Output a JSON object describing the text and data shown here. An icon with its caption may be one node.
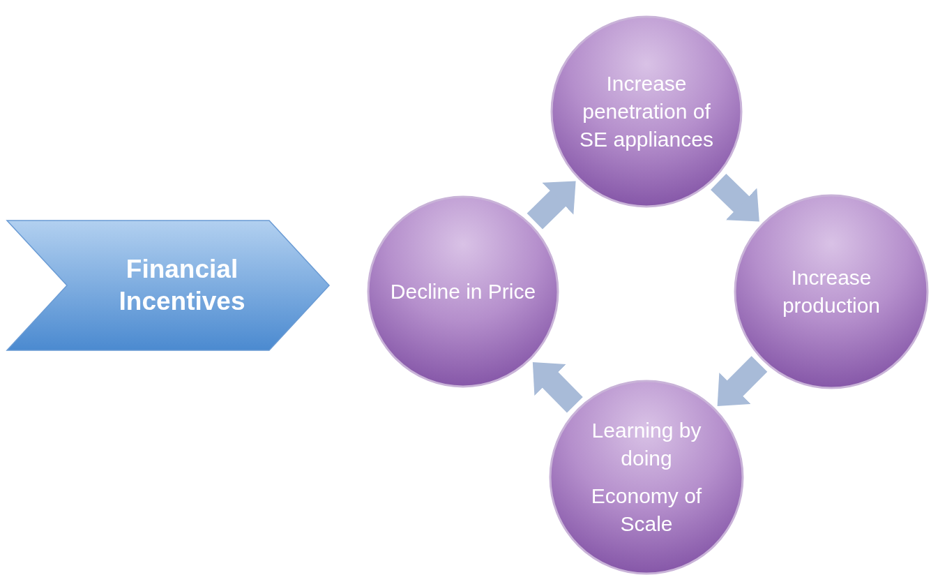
{
  "diagram": {
    "nodes": [
      {
        "text": [
          "Financial Incentives"
        ]
      },
      {
        "text": [
          "Increase penetration of SE appliances"
        ]
      },
      {
        "text": [
          "Increase production"
        ]
      },
      {
        "text": [
          "Learning by doing",
          "Economy of Scale"
        ]
      },
      {
        "text": [
          "Decline in Price"
        ]
      }
    ],
    "edges": [
      {
        "from": 4,
        "to": 1,
        "arrow": "to"
      },
      {
        "from": 1,
        "to": 2,
        "arrow": "to"
      },
      {
        "from": 2,
        "to": 3,
        "arrow": "to"
      },
      {
        "from": 3,
        "to": 4,
        "arrow": "to"
      }
    ]
  }
}
